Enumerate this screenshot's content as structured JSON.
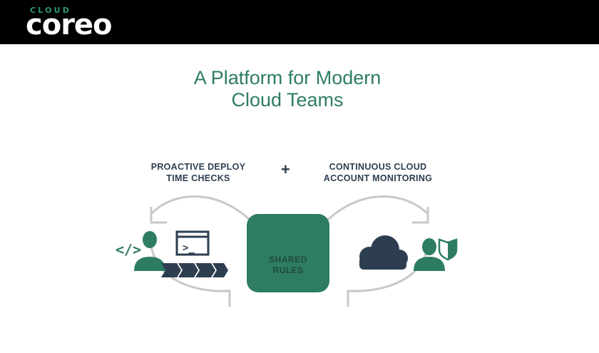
{
  "header": {
    "logo_small": "CLOUD",
    "logo_main": "coreo"
  },
  "hero": {
    "title_line1": "A Platform for Modern",
    "title_line2": "Cloud Teams"
  },
  "diagram": {
    "left_label_line1": "PROACTIVE DEPLOY",
    "left_label_line2": "TIME CHECKS",
    "plus": "+",
    "right_label_line1": "CONTINUOUS CLOUD",
    "right_label_line2": "ACCOUNT MONITORING",
    "center_line1": "SHARED",
    "center_line2": "RULES",
    "code_glyph": "</>",
    "terminal_prompt": ">_",
    "icons": [
      "code-icon",
      "developer-icon",
      "terminal-icon",
      "pipeline-icon",
      "infinity-icon",
      "cloud-icon",
      "operator-icon",
      "shield-icon",
      "cycle-arrow-icon"
    ],
    "colors": {
      "green": "#2e7d62",
      "dark_green": "#1f4a3c",
      "navy": "#2d3e50",
      "arrow_gray": "#c8c8c8"
    }
  }
}
